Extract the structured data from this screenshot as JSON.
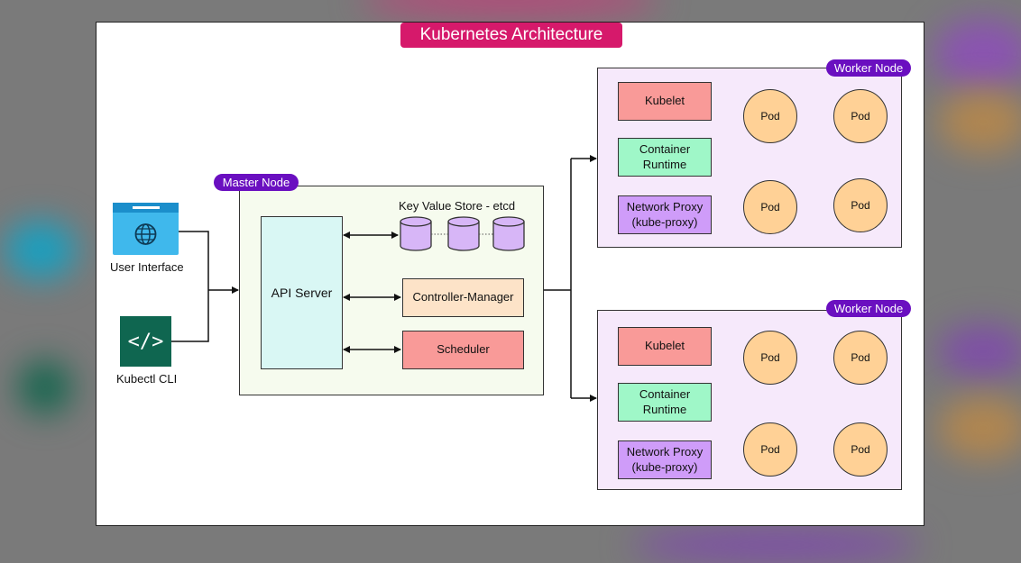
{
  "title": "Kubernetes Architecture",
  "clients": {
    "user_interface": "User Interface",
    "kubectl": "Kubectl CLI",
    "kubectl_glyph": "</>"
  },
  "master": {
    "tag": "Master Node",
    "api_server": "API Server",
    "etcd_label": "Key Value Store - etcd",
    "controller_manager": "Controller-Manager",
    "scheduler": "Scheduler"
  },
  "workers": [
    {
      "tag": "Worker Node",
      "kubelet": "Kubelet",
      "container_runtime": "Container Runtime",
      "network_proxy": "Network Proxy (kube-proxy)",
      "pods": [
        "Pod",
        "Pod",
        "Pod",
        "Pod"
      ]
    },
    {
      "tag": "Worker Node",
      "kubelet": "Kubelet",
      "container_runtime": "Container Runtime",
      "network_proxy": "Network Proxy (kube-proxy)",
      "pods": [
        "Pod",
        "Pod",
        "Pod",
        "Pod"
      ]
    }
  ],
  "colors": {
    "title_badge": "#d6196b",
    "node_tag": "#6a0fc0",
    "master_fill": "#f6fbee",
    "worker_fill": "#f6e9fb",
    "api_server": "#d9f7f4",
    "controller_manager": "#fde3c8",
    "scheduler": "#f99a98",
    "kubelet": "#f99a98",
    "container_runtime": "#9ff7c8",
    "network_proxy": "#cf9cf9",
    "pod": "#ffd196",
    "etcd": "#d7b6f7",
    "ui_icon": "#3fb8ec",
    "kubectl_icon": "#0f6650"
  },
  "icons": {
    "user_interface": "browser-globe-icon",
    "kubectl": "code-brackets-icon",
    "etcd": "database-cylinder-icon"
  }
}
